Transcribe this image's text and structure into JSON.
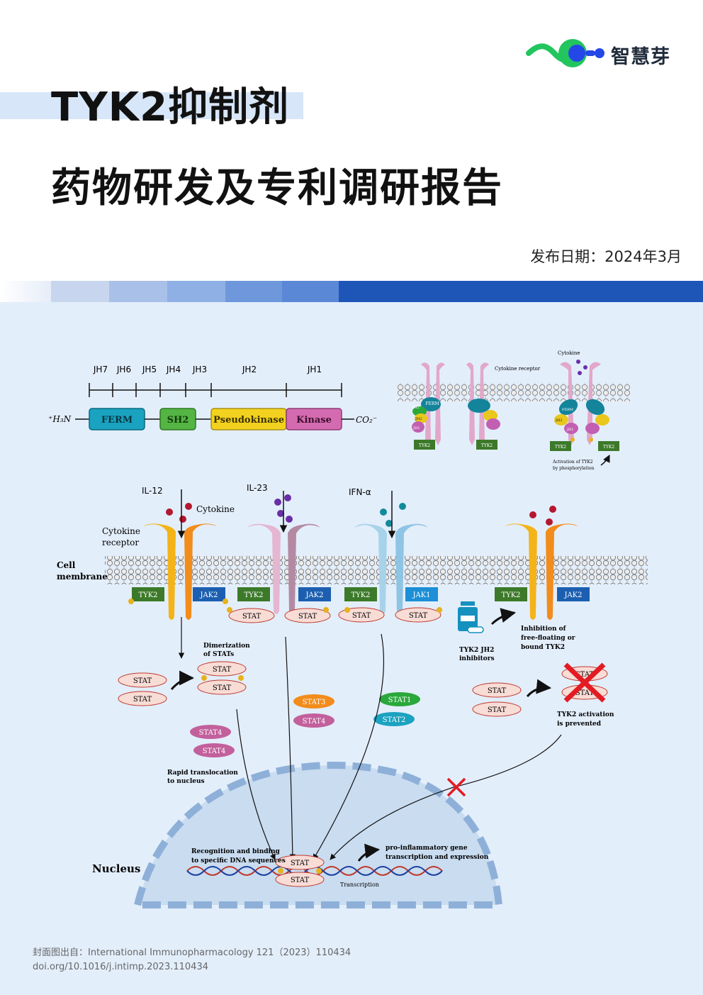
{
  "header": {
    "logo_text": "智慧芽",
    "title_line1": "TYK2抑制剂",
    "title_line2": "药物研发及专利调研报告",
    "publish_date": "发布日期：2024年3月"
  },
  "colors": {
    "accent_blue": "#1e56b8",
    "title_highlight": "#d7e6f8",
    "figure_bg": "#e3eefb",
    "logo_green": "#22c55e",
    "logo_blue": "#2447e8"
  },
  "figure": {
    "domain_map": {
      "jh_labels": [
        "JH7",
        "JH6",
        "JH5",
        "JH4",
        "JH3",
        "JH2",
        "JH1"
      ],
      "n_term": "⁺H₃N",
      "c_term": "CO₂⁻",
      "domains": [
        "FERM",
        "SH2",
        "Pseudokinase",
        "Kinase"
      ]
    },
    "activation_inset": {
      "cytokine_receptor": "Cytokine receptor",
      "cytokine": "Cytokine",
      "ferm": "FERM",
      "sh2": "SH2",
      "jh2": "JH2",
      "jh1": "JH1",
      "tyk2": "TYK2",
      "tyk2_b": "TYK2",
      "activation_line1": "Activation of TYK2",
      "activation_line2": "by phosphorylation"
    },
    "pathway": {
      "il12": "IL-12",
      "il23": "IL-23",
      "ifn": "IFN-α",
      "cytokine": "Cytokine",
      "cytokine_receptor_line1": "Cytokine",
      "cytokine_receptor_line2": "receptor",
      "cell_membrane_line1": "Cell",
      "cell_membrane_line2": "membrane",
      "kinases": [
        "TYK2",
        "JAK2",
        "TYK2",
        "JAK2",
        "TYK2",
        "JAK1",
        "TYK2",
        "JAK2"
      ],
      "stat": "STAT",
      "dimerization_line1": "Dimerization",
      "dimerization_line2": "of STATs",
      "stat3": "STAT3",
      "stat4": "STAT4",
      "stat1": "STAT1",
      "stat2": "STAT2",
      "rapid_line1": "Rapid translocation",
      "rapid_line2": "to nucleus",
      "inhibitor_line1": "TYK2 JH2",
      "inhibitor_line2": "inhibitors",
      "inhibition_line1": "Inhibition of",
      "inhibition_line2": "free-floating or",
      "inhibition_line3": "bound TYK2",
      "prevented_line1": "TYK2 activation",
      "prevented_line2": "is prevented",
      "nucleus": "Nucleus",
      "recognition_line1": "Recognition and binding",
      "recognition_line2": "to specific DNA sequences",
      "proinflam_line1": "pro-inflammatory gene",
      "proinflam_line2": "transcription and expression",
      "transcription": "Transcription"
    }
  },
  "source": {
    "line1": "封面图出自：International Immunopharmacology 121（2023）110434",
    "line2": "doi.org/10.1016/j.intimp.2023.110434"
  }
}
